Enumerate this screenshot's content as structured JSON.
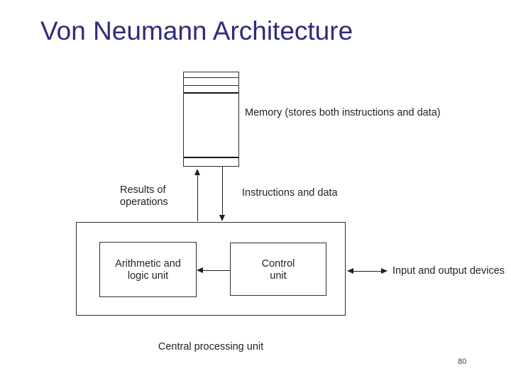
{
  "slide": {
    "title": "Von Neumann Architecture",
    "page_number": "80"
  },
  "colors": {
    "title_accent": "#2d2c7c",
    "diagram_line": "#1f1f1f",
    "diagram_text": "#232323",
    "background": "#ffffff"
  },
  "diagram": {
    "memory": {
      "label": "Memory (stores both instructions and data)"
    },
    "results_arrow": {
      "label_line1": "Results of",
      "label_line2": "operations"
    },
    "instructions_arrow": {
      "label": "Instructions and data"
    },
    "alu": {
      "label_line1": "Arithmetic and",
      "label_line2": "logic unit"
    },
    "control": {
      "label_line1": "Control",
      "label_line2": "unit"
    },
    "io": {
      "label": "Input and output devices"
    },
    "cpu": {
      "label": "Central processing unit"
    }
  }
}
